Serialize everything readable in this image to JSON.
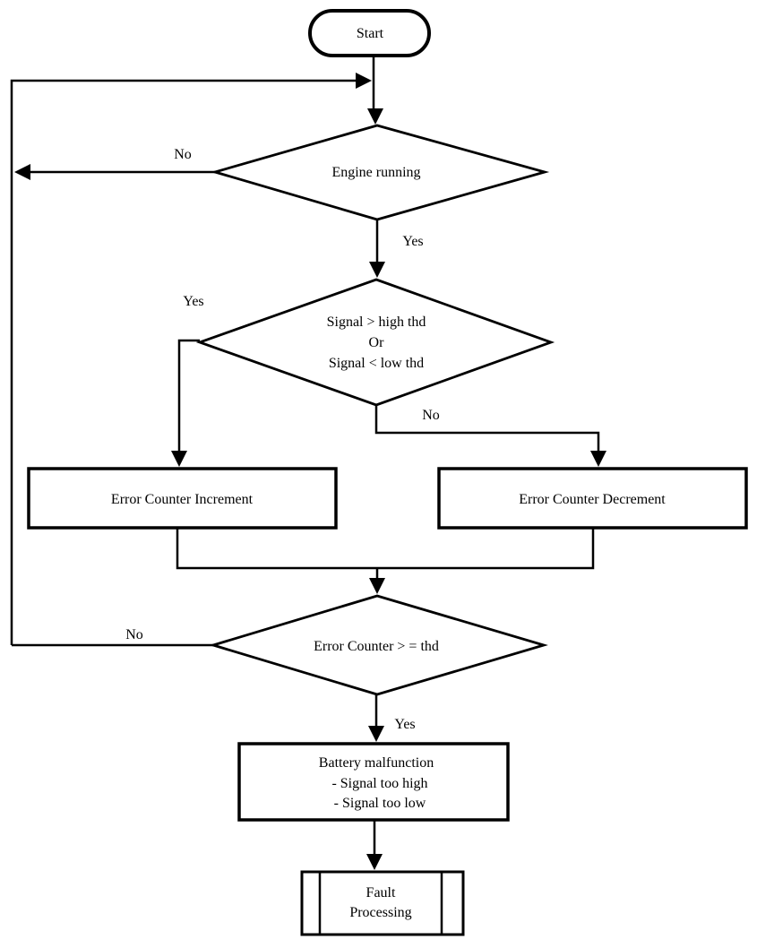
{
  "flowchart": {
    "nodes": {
      "start": {
        "type": "terminator",
        "label": "Start"
      },
      "engine_running": {
        "type": "decision",
        "label": "Engine running"
      },
      "signal_check": {
        "type": "decision",
        "lines": [
          "Signal > high thd",
          "Or",
          "Signal < low thd"
        ]
      },
      "increment": {
        "type": "process",
        "label": "Error Counter Increment"
      },
      "decrement": {
        "type": "process",
        "label": "Error Counter Decrement"
      },
      "threshold_check": {
        "type": "decision",
        "label": "Error Counter > = thd"
      },
      "battery_malfunction": {
        "type": "process",
        "lines": [
          "Battery malfunction",
          "- Signal too high",
          "- Signal too low"
        ]
      },
      "fault_processing": {
        "type": "predefined_process",
        "lines": [
          "Fault",
          "Processing"
        ]
      }
    },
    "edge_labels": {
      "engine_no": "No",
      "engine_yes": "Yes",
      "signal_yes": "Yes",
      "signal_no": "No",
      "threshold_no": "No",
      "threshold_yes": "Yes"
    },
    "colors": {
      "stroke": "#000000",
      "background": "#ffffff",
      "text": "#000000"
    }
  }
}
